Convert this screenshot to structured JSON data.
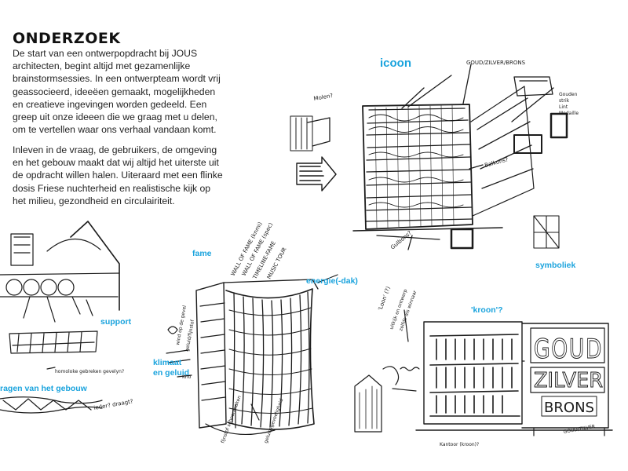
{
  "heading": "ONDERZOEK",
  "paragraphs": [
    "De start van een ontwerpopdracht bij JOUS architecten, begint altijd met gezamenlijke brainstormsessies. In een ontwerpteam wordt vrij geassocieerd, ideeëen gemaakt, mogelijkheden en creatieve ingevingen worden gedeeld. Een greep uit onze ideeen die we graag met u delen, om te vertellen waar ons verhaal vandaan komt.",
    "Inleven in de vraag, de gebruikers, de omgeving en het gebouw maakt dat wij altijd het uiterste uit de opdracht willen halen. Uiteraard met een flinke dosis Friese nuchterheid en realistische kijk op het milieu, gezondheid en circulairiteit."
  ],
  "labels": {
    "icoon": "icoon",
    "symboliek": "symboliek",
    "fame": "fame",
    "energie": "energie(-dak)",
    "support": "support",
    "dragen": "ragen van het gebouw",
    "klimaat": "klimaat",
    "geluid": "en geluid",
    "kroon": "'kroon'?"
  },
  "sign": {
    "line1": "GOUD",
    "line2": "ZILVER",
    "line3": "BRONS"
  },
  "accent_color": "#1aa3dd",
  "ink_color": "#1b1b1b"
}
